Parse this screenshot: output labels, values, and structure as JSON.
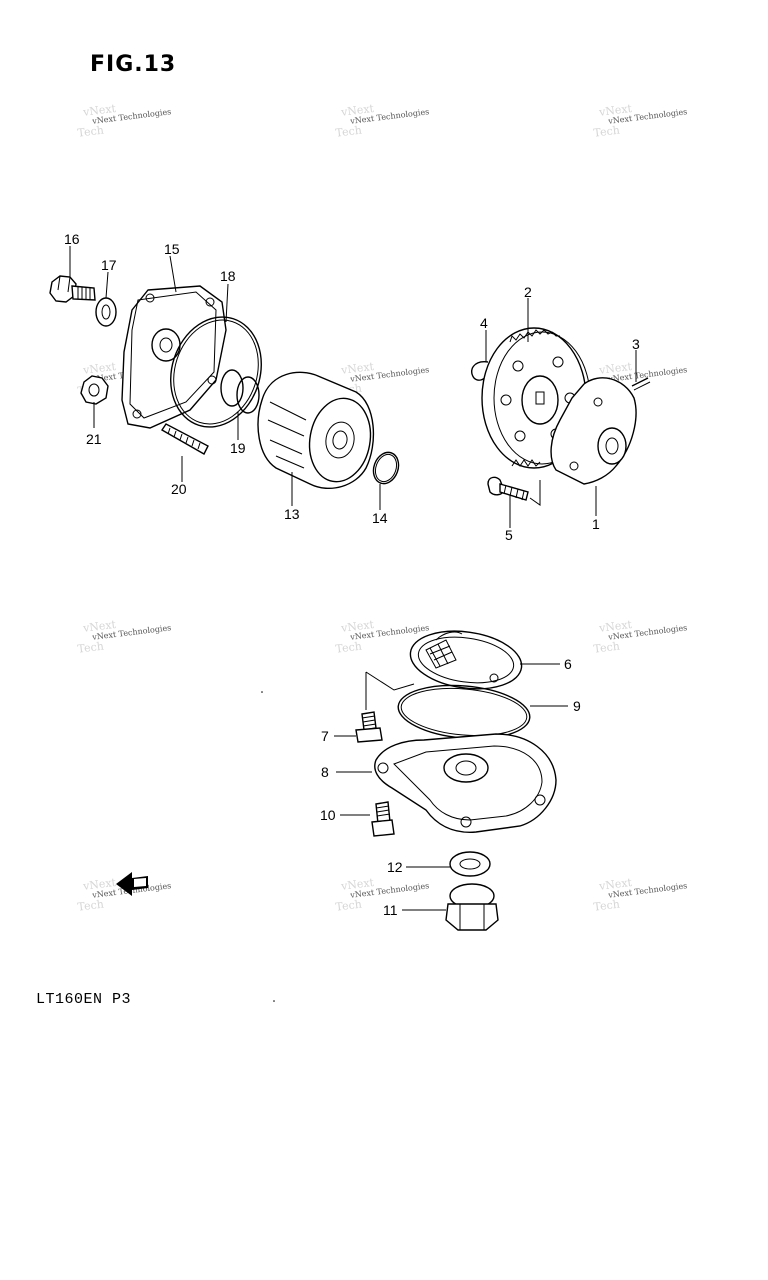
{
  "figure": {
    "title": "FIG.13"
  },
  "footer": {
    "code": "LT160EN P3"
  },
  "watermark": {
    "text": "vNext Technologies"
  },
  "callouts": {
    "c1": "1",
    "c2": "2",
    "c3": "3",
    "c4": "4",
    "c5": "5",
    "c6": "6",
    "c7": "7",
    "c8": "8",
    "c9": "9",
    "c10": "10",
    "c11": "11",
    "c12": "12",
    "c13": "13",
    "c14": "14",
    "c15": "15",
    "c16": "16",
    "c17": "17",
    "c18": "18",
    "c19": "19",
    "c20": "20",
    "c21": "21"
  },
  "exit_icon": {
    "name": "exit-arrow-icon"
  }
}
